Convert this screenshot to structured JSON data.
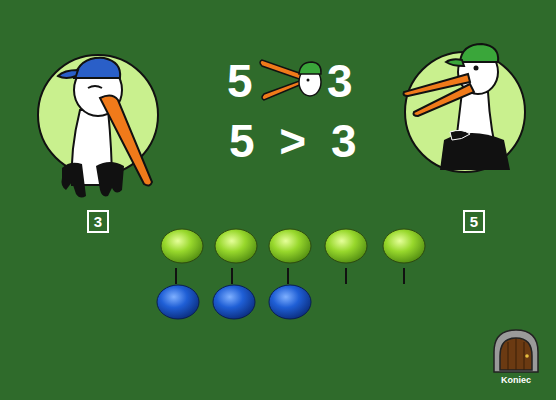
{
  "diagram": {
    "nodes": [
      {
        "text": [
          "3"
        ]
      },
      {
        "text": [
          "5"
        ]
      }
    ],
    "labels": [
      "5",
      "3",
      "5 > 3",
      "Koniec"
    ]
  }
}
